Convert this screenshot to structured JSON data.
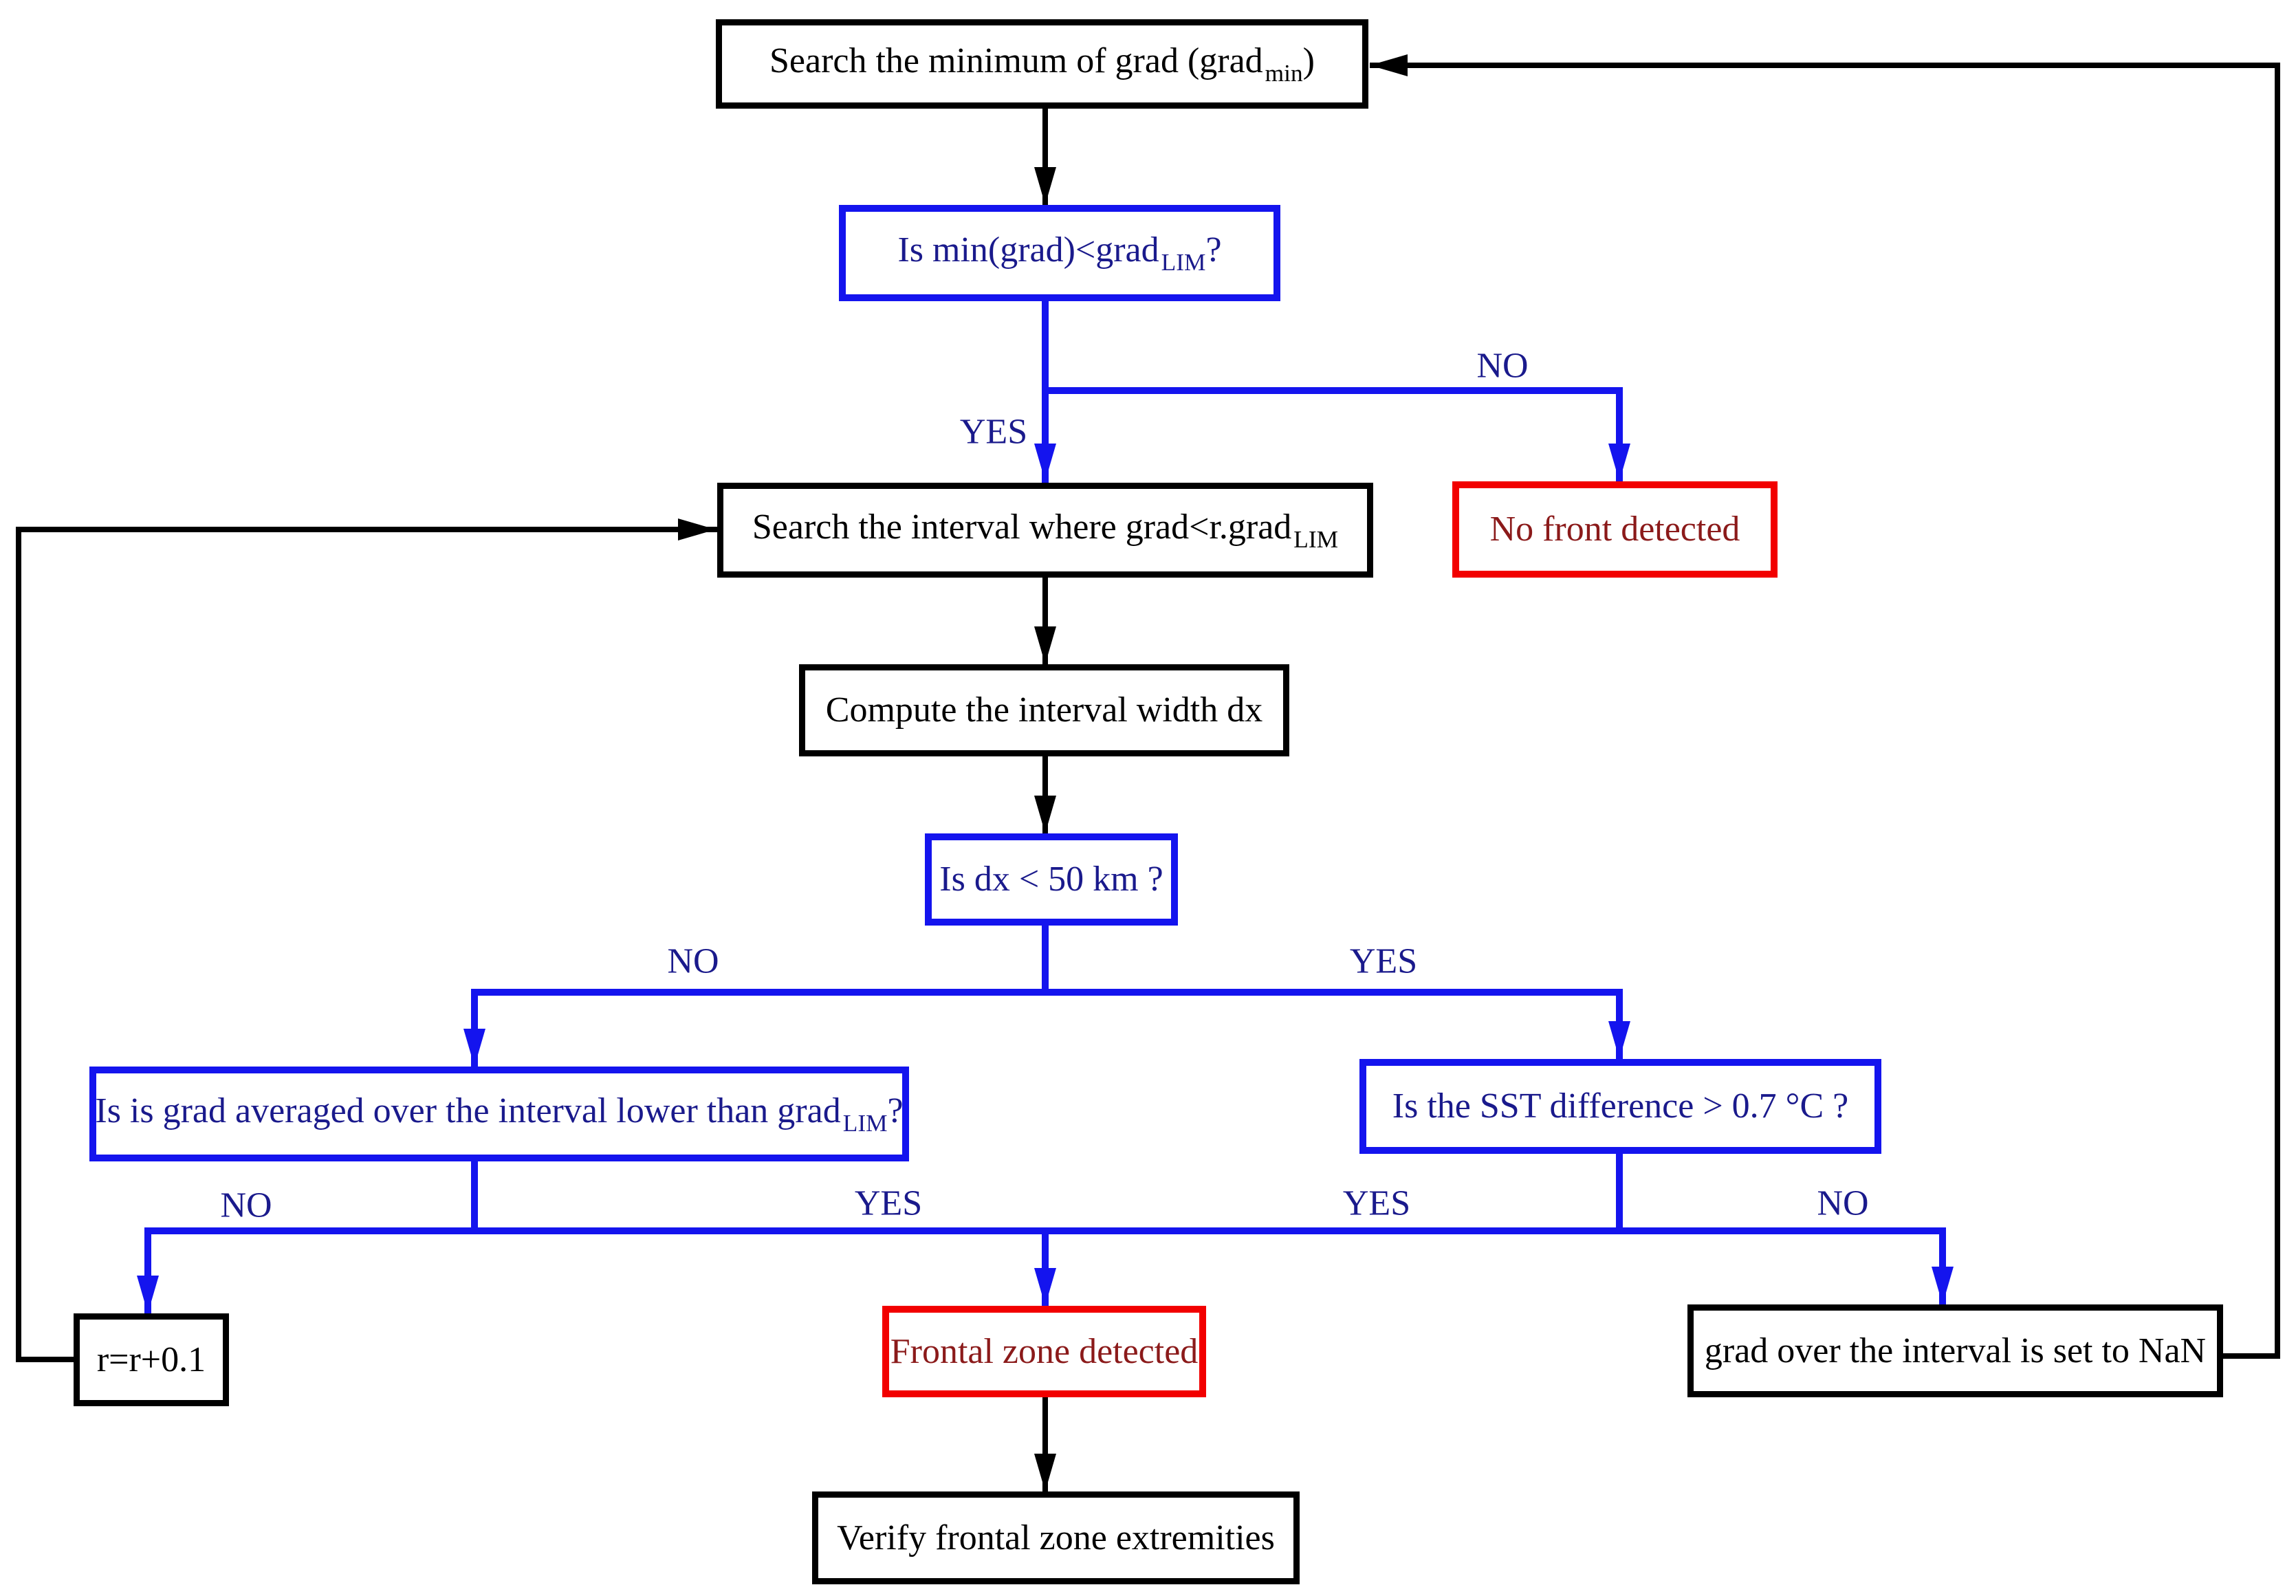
{
  "colors": {
    "line-black": "#000000",
    "line-blue": "#1414ee",
    "text-blue": "#1a1a8c",
    "border-red": "#f20000",
    "text-red": "#8b1a1a",
    "text-black": "#000000",
    "background": "#ffffff"
  },
  "nodes": {
    "search_min": {
      "pre": "Search the minimum of grad (grad",
      "sub": "min",
      "post": ")"
    },
    "q_min_grad": {
      "pre": "Is min(grad)<grad",
      "sub": "LIM",
      "post": "?"
    },
    "no_front": {
      "text": "No front detected"
    },
    "search_interval": {
      "pre": "Search the interval where grad<r.grad",
      "sub": "LIM",
      "post": ""
    },
    "compute_dx": {
      "text": "Compute the interval width dx"
    },
    "q_dx": {
      "text": "Is dx < 50 km ?"
    },
    "q_grad_avg": {
      "pre": "Is is grad averaged over the interval lower than grad",
      "sub": "LIM",
      "post": "?"
    },
    "q_sst_diff": {
      "text": "Is the SST difference > 0.7 °C ?"
    },
    "increment_r": {
      "text": "r=r+0.1"
    },
    "frontal_zone": {
      "text": "Frontal zone detected"
    },
    "grad_nan": {
      "text": "grad over the interval is set to NaN"
    },
    "verify_extrem": {
      "text": "Verify frontal zone extremities"
    }
  },
  "edge_labels": {
    "q1_yes": "YES",
    "q1_no": "NO",
    "q2_no": "NO",
    "q2_yes": "YES",
    "q3_no": "NO",
    "q3_yes": "YES",
    "q4_yes": "YES",
    "q4_no": "NO"
  }
}
